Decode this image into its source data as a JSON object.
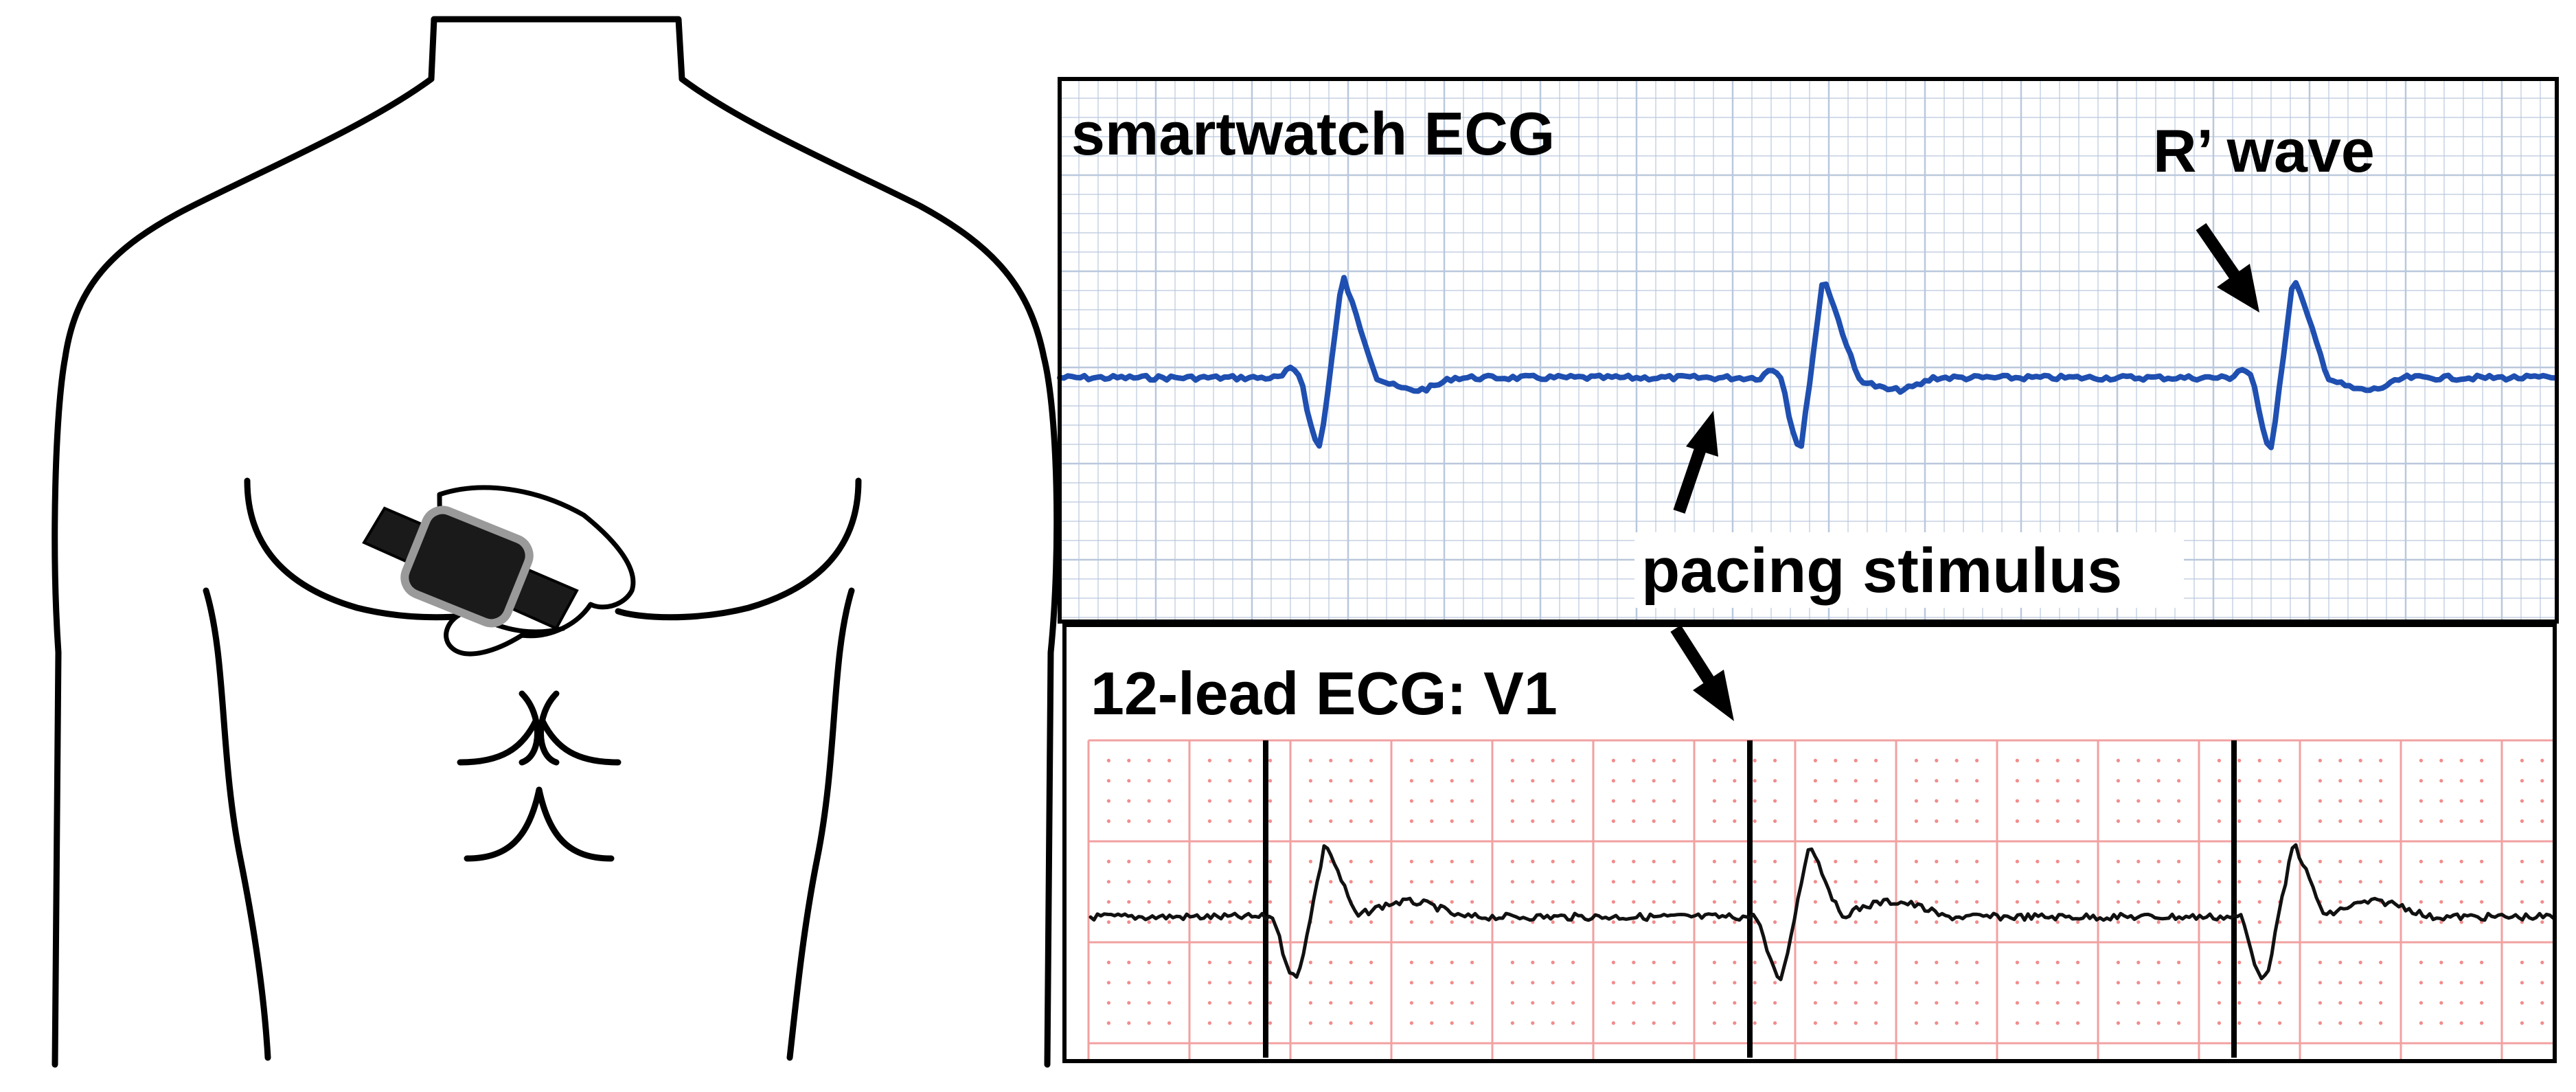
{
  "panels": {
    "smartwatch": {
      "label": "smartwatch ECG"
    },
    "twelve_lead": {
      "label": "12-lead ECG: V1"
    }
  },
  "annotations": {
    "r_prime": "R’ wave",
    "pacing": "pacing stimulus"
  },
  "colors": {
    "smartwatch_trace": "#1f4fb0",
    "smartwatch_grid": "#b9c8dc",
    "twelve_lead_trace": "#111111",
    "twelve_lead_grid": "#f2a0a0",
    "twelve_lead_dots": "#f28c8c",
    "outline": "#000000",
    "watch_body": "#1a1a1a",
    "watch_rim": "#9a9a9a"
  },
  "icons": {
    "torso": "torso-outline-icon",
    "watch": "smartwatch-icon",
    "hand": "hand-icon"
  }
}
